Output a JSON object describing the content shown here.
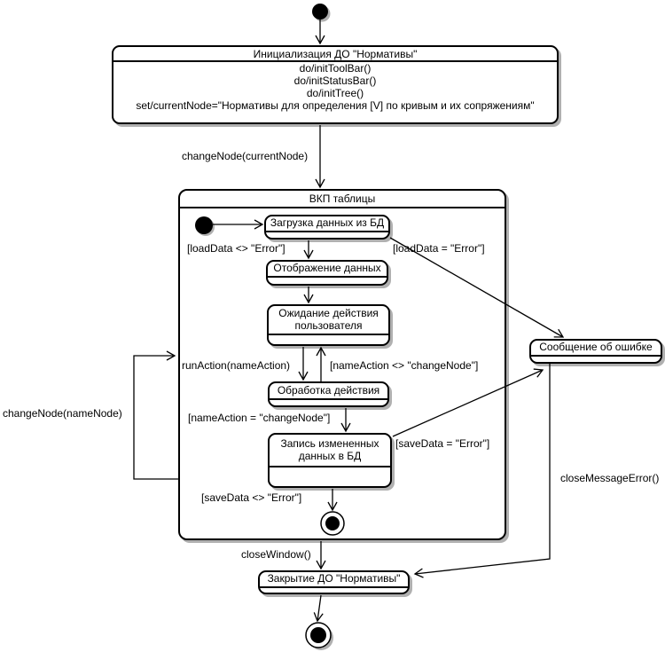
{
  "diagram": {
    "init_state": {
      "name": "Инициализация ДО \"Нормативы\"",
      "actions": [
        "do/initToolBar()",
        "do/initStatusBar()",
        "do/initTree()",
        "set/currentNode=\"Нормативы для определения [V] по кривым и их сопряжениям\""
      ]
    },
    "composite_state": {
      "name": "ВКП таблицы"
    },
    "states": {
      "load": "Загрузка данных из БД",
      "display": "Отображение данных",
      "wait": "Ожидание действия пользователя",
      "process": "Обработка действия",
      "save": "Запись измененных данных в БД",
      "error_message": "Сообщение об ошибке",
      "close": "Закрытие ДО \"Нормативы\""
    },
    "transitions": {
      "change_node_current": "changeNode(currentNode)",
      "load_ok": "[loadData <> \"Error\"]",
      "load_err": "[loadData = \"Error\"]",
      "run_action": "runAction(nameAction)",
      "name_action_ne": "[nameAction <> \"changeNode\"]",
      "name_action_eq": "[nameAction = \"changeNode\"]",
      "save_err": "[saveData = \"Error\"]",
      "save_ok": "[saveData <> \"Error\"]",
      "change_node_name": "changeNode(nameNode)",
      "close_window": "closeWindow()",
      "close_message_error": "closeMessageError()"
    },
    "colors": {
      "line": "#000000",
      "shadow": "#b0b0b0",
      "background": "#ffffff",
      "state_fill": "#ffffff"
    }
  }
}
